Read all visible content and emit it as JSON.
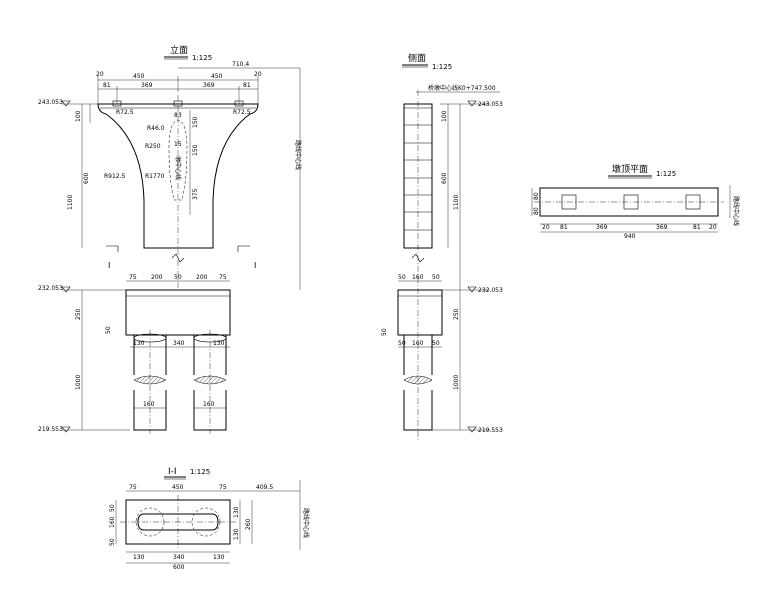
{
  "elevation": {
    "title": "立面",
    "scale": "1:125",
    "dims_top": [
      "20",
      "450",
      "450",
      "20",
      "81",
      "369",
      "369",
      "81",
      "710.4"
    ],
    "radius_labels": [
      "R72.5",
      "R72.5",
      "R46.0",
      "R250",
      "R912.5",
      "R1770"
    ],
    "inner_dims": [
      "83",
      "15",
      "150",
      "150",
      "375"
    ],
    "left_vertical_dims": [
      "100",
      "600",
      "1100"
    ],
    "centerline_text": "墩中心线",
    "right_centerline_text": "路线中心线",
    "elevations": [
      "243.053",
      "232.053",
      "219.553"
    ],
    "cap_dims": [
      "75",
      "200",
      "50",
      "200",
      "75"
    ],
    "pile_dims": [
      "130",
      "340",
      "130",
      "160",
      "160"
    ],
    "foot_dims": [
      "250",
      "1000",
      "50"
    ],
    "section_marks": [
      "I",
      "I"
    ]
  },
  "side": {
    "title": "侧面",
    "scale": "1:125",
    "station": "桥墩中心线K0+747.500",
    "elevations": [
      "243.053",
      "232.053",
      "219.553"
    ],
    "dims_right": [
      "100",
      "600",
      "1100",
      "250",
      "1000"
    ],
    "cap_dims": [
      "50",
      "160",
      "50",
      "50",
      "160",
      "50"
    ],
    "left_dim": "50"
  },
  "top_plan": {
    "title": "墩顶平面",
    "scale": "1:125",
    "dims": [
      "20",
      "81",
      "369",
      "369",
      "81",
      "20",
      "940"
    ],
    "left_dims": [
      "80",
      "80"
    ],
    "right_text": "路线中心线"
  },
  "section": {
    "title": "I-I",
    "scale": "1:125",
    "dims_top": [
      "75",
      "450",
      "75",
      "409.5"
    ],
    "dims_bottom": [
      "130",
      "340",
      "130",
      "600"
    ],
    "dims_left": [
      "50",
      "160",
      "50"
    ],
    "dims_right": [
      "130",
      "130",
      "260"
    ],
    "right_text": "路线中心线"
  }
}
